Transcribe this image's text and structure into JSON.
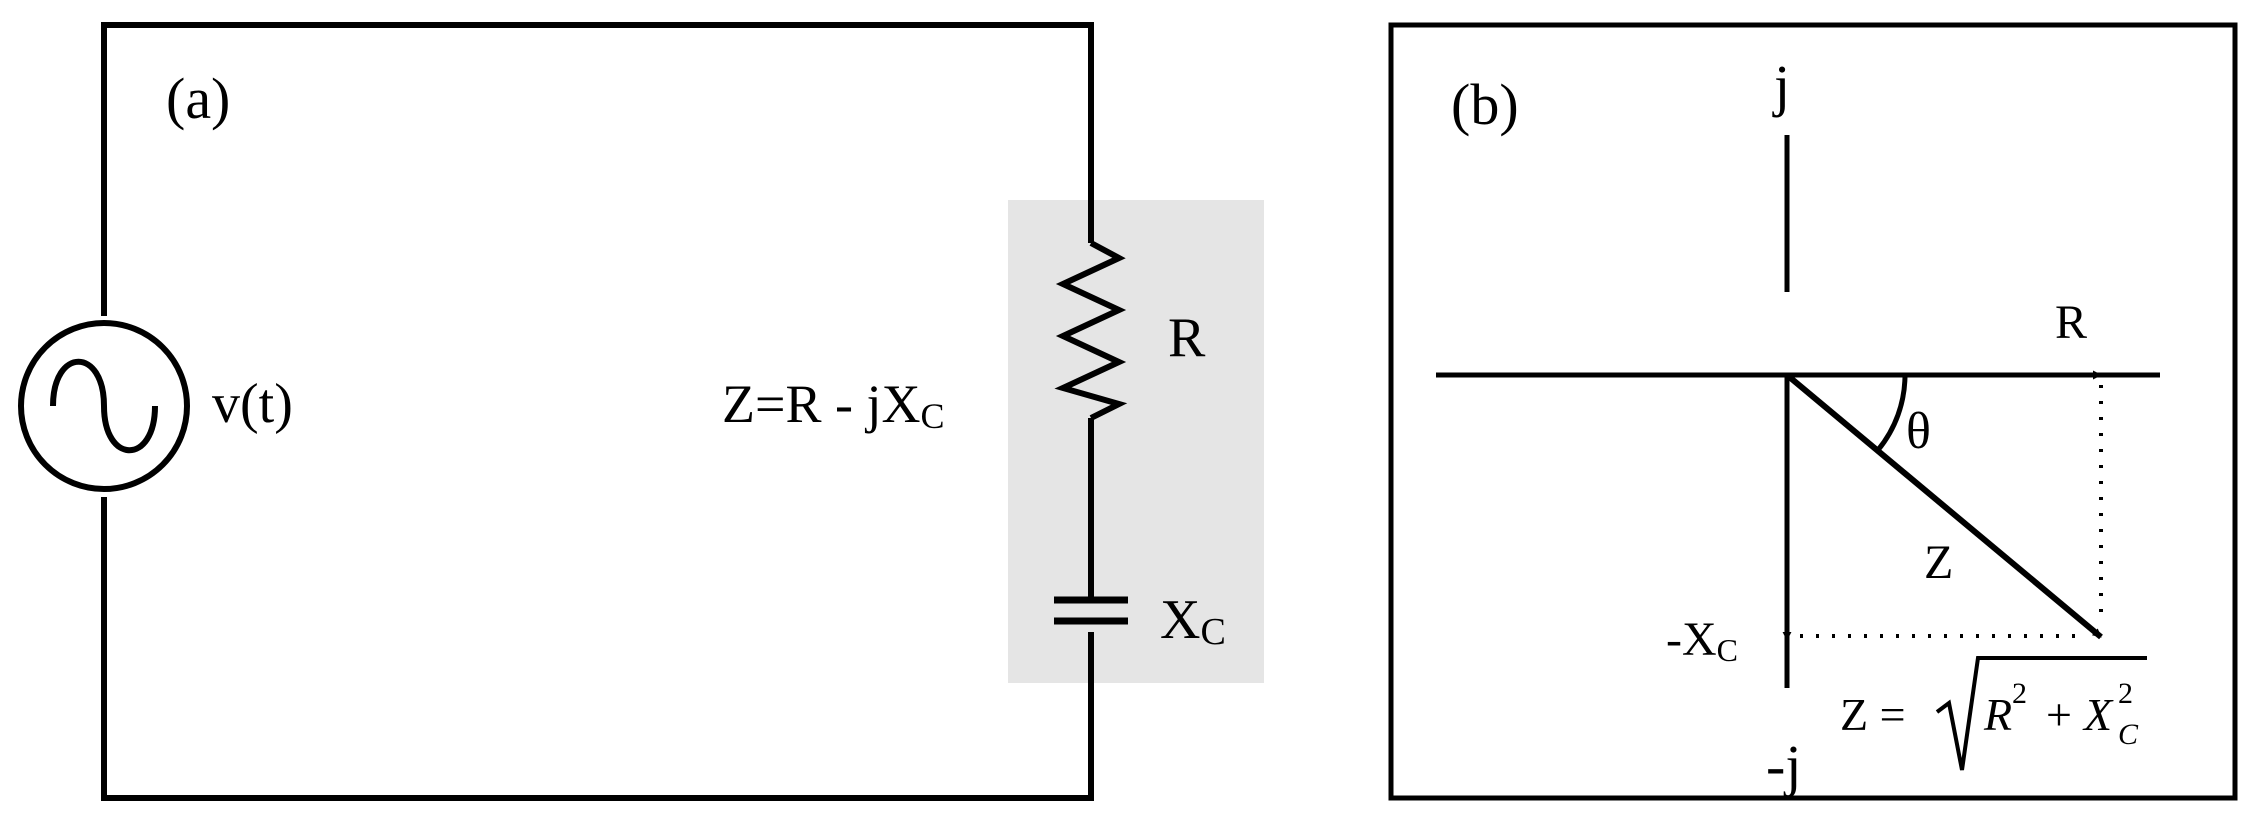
{
  "panel_a": {
    "label": "(a)",
    "source_label": "v(t)",
    "impedance_label": {
      "lead": "Z=R - jX",
      "sub": "C"
    },
    "resistor_label": "R",
    "capacitor_label": {
      "main": "X",
      "sub": "C"
    }
  },
  "panel_b": {
    "label": "(b)",
    "axis_top": "j",
    "axis_bottom": "-j",
    "real_label": "R",
    "angle_label": "θ",
    "vector_label": "Z",
    "neg_xc_label": {
      "main": "-X",
      "sub": "C"
    },
    "magnitude_formula": {
      "lhs": "Z =",
      "r": "R",
      "r_exp": "2",
      "plus": "+",
      "x": "X",
      "x_exp": "2",
      "x_sub": "C"
    }
  },
  "colors": {
    "line": "#000000",
    "highlight": "#e5e5e5",
    "background": "#ffffff"
  }
}
